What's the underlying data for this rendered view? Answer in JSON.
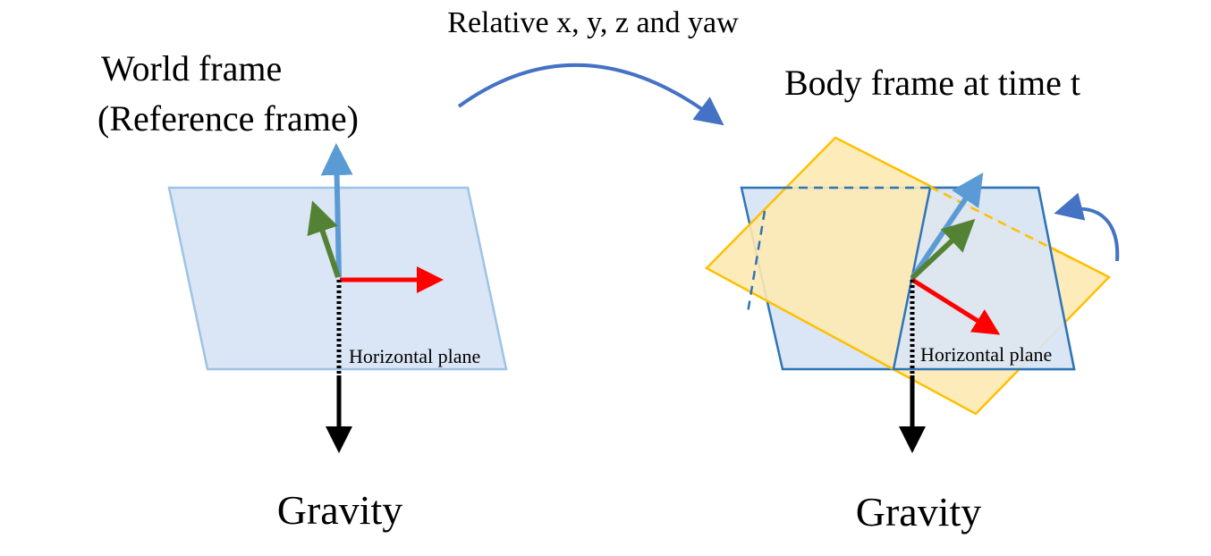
{
  "labels": {
    "transform": "Relative x, y, z and yaw",
    "world_frame_line1": "World frame",
    "world_frame_line2": "(Reference frame)",
    "body_frame": "Body frame at time t",
    "horizontal_plane_left": "Horizontal plane",
    "horizontal_plane_right": "Horizontal plane",
    "gravity_left": "Gravity",
    "gravity_right": "Gravity"
  },
  "colors": {
    "x_axis": "#ff0000",
    "y_axis": "#548235",
    "z_axis": "#5b9bd5",
    "gravity": "#000000",
    "horizontal_plane_fill": "#dae5f5",
    "horizontal_plane_stroke_left": "#9dc3e6",
    "horizontal_plane_stroke_right": "#2e75b6",
    "tilted_plane_fill": "#fde9b3",
    "tilted_plane_stroke": "#ffc000",
    "curved_arrow": "#4472c4"
  }
}
